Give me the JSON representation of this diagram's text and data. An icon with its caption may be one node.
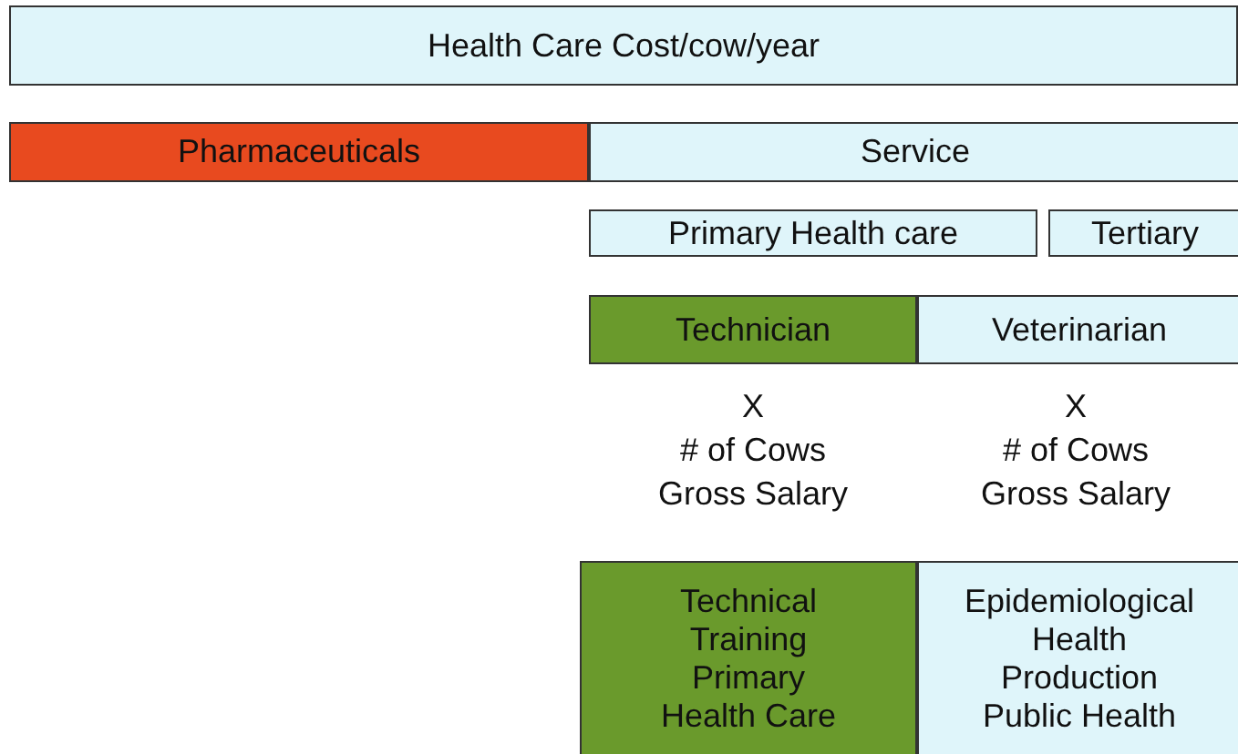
{
  "diagram": {
    "nodes": [
      {
        "text": [
          "Health Care Cost/cow/year"
        ]
      },
      {
        "text": [
          "Pharmaceuticals"
        ]
      },
      {
        "text": [
          "Service"
        ]
      },
      {
        "text": [
          "Primary Health care"
        ]
      },
      {
        "text": [
          "Tertiary"
        ]
      },
      {
        "text": [
          "Technician"
        ]
      },
      {
        "text": [
          "Veterinarian"
        ]
      },
      {
        "text": [
          "Technical Training",
          "Primary Health Care"
        ]
      },
      {
        "text": [
          "Epidemiological Health",
          "Production",
          "Public Health"
        ]
      }
    ],
    "edges": [],
    "labels": [
      "X",
      "# of Cows",
      "Gross Salary",
      "X",
      "# of Cows",
      "Gross Salary"
    ]
  }
}
